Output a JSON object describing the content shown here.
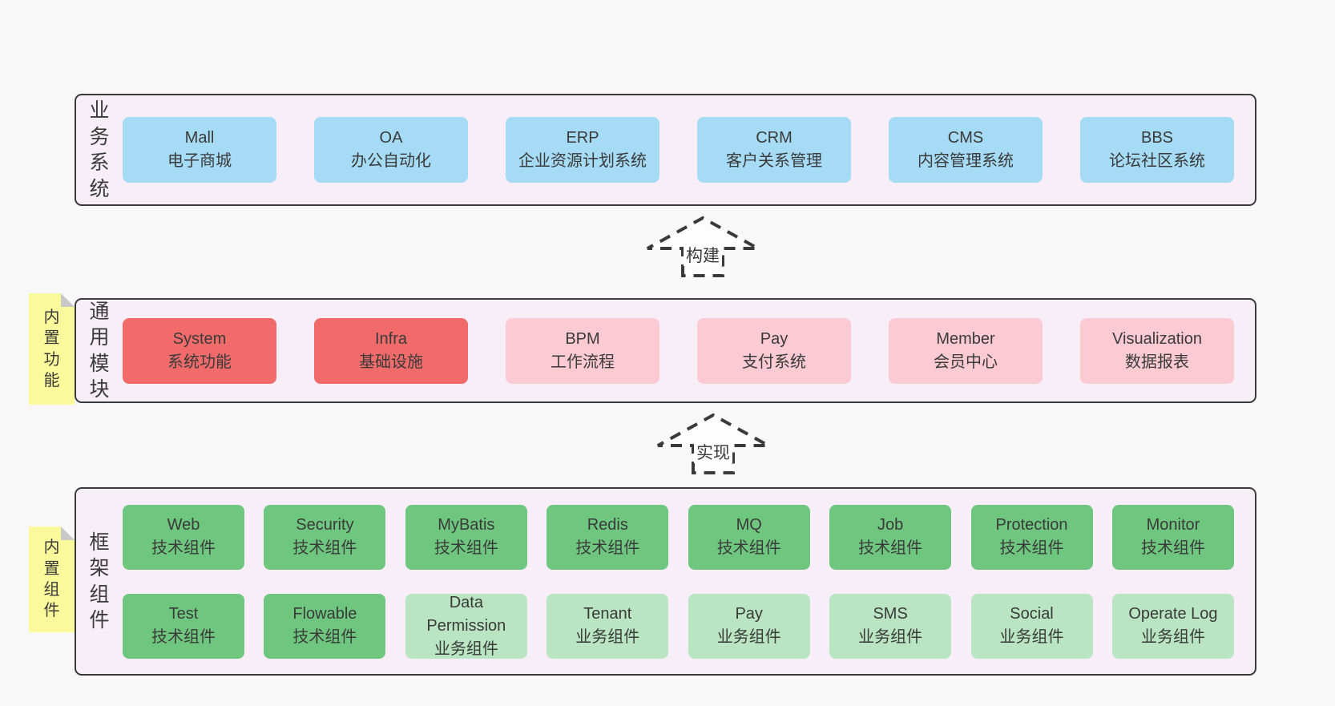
{
  "colors": {
    "page_bg": "#f8f8f8",
    "container_bg": "#f8eef7",
    "container_border": "#3a3a3a",
    "box_blue": "#a6dbf5",
    "box_red": "#f16b6b",
    "box_pink": "#fbcad2",
    "box_green": "#6fc77f",
    "box_light_green": "#b9e5c3",
    "note_yellow": "#fafa9c",
    "note_fold_gray": "#c8c8c8",
    "text": "#3a3a3a"
  },
  "arrows": [
    {
      "label": "构建"
    },
    {
      "label": "实现"
    }
  ],
  "rows": [
    {
      "label": "业务系统",
      "items": [
        {
          "name": "Mall",
          "desc": "电子商城"
        },
        {
          "name": "OA",
          "desc": "办公自动化"
        },
        {
          "name": "ERP",
          "desc": "企业资源计划系统"
        },
        {
          "name": "CRM",
          "desc": "客户关系管理"
        },
        {
          "name": "CMS",
          "desc": "内容管理系统"
        },
        {
          "name": "BBS",
          "desc": "论坛社区系统"
        }
      ]
    },
    {
      "label": "通用模块",
      "note": "内置功能",
      "items": [
        {
          "name": "System",
          "desc": "系统功能"
        },
        {
          "name": "Infra",
          "desc": "基础设施"
        },
        {
          "name": "BPM",
          "desc": "工作流程"
        },
        {
          "name": "Pay",
          "desc": "支付系统"
        },
        {
          "name": "Member",
          "desc": "会员中心"
        },
        {
          "name": "Visualization",
          "desc": "数据报表"
        }
      ]
    },
    {
      "label": "框架组件",
      "note": "内置组件",
      "items": [
        {
          "name": "Web",
          "desc": "技术组件"
        },
        {
          "name": "Security",
          "desc": "技术组件"
        },
        {
          "name": "MyBatis",
          "desc": "技术组件"
        },
        {
          "name": "Redis",
          "desc": "技术组件"
        },
        {
          "name": "MQ",
          "desc": "技术组件"
        },
        {
          "name": "Job",
          "desc": "技术组件"
        },
        {
          "name": "Protection",
          "desc": "技术组件"
        },
        {
          "name": "Monitor",
          "desc": "技术组件"
        },
        {
          "name": "Test",
          "desc": "技术组件"
        },
        {
          "name": "Flowable",
          "desc": "技术组件"
        },
        {
          "name": "Data Permission",
          "desc": "业务组件"
        },
        {
          "name": "Tenant",
          "desc": "业务组件"
        },
        {
          "name": "Pay",
          "desc": "业务组件"
        },
        {
          "name": "SMS",
          "desc": "业务组件"
        },
        {
          "name": "Social",
          "desc": "业务组件"
        },
        {
          "name": "Operate Log",
          "desc": "业务组件"
        }
      ]
    }
  ]
}
